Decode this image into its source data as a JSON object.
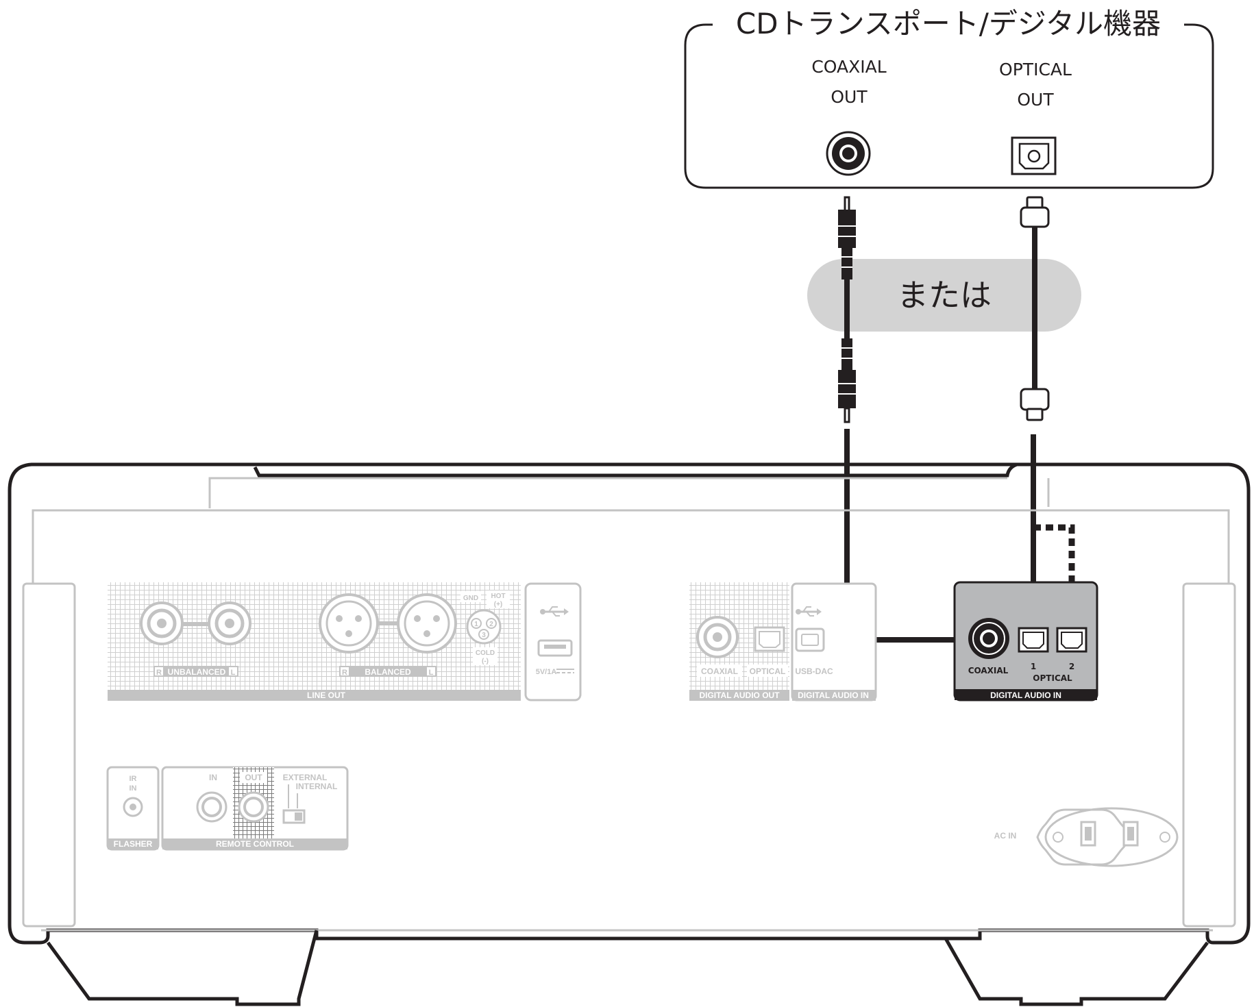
{
  "source_device": {
    "title": "CDトランスポート/デジタル機器",
    "coaxial_out": [
      "COAXIAL",
      "OUT"
    ],
    "optical_out": [
      "OPTICAL",
      "OUT"
    ]
  },
  "or_label": "または",
  "rear_panel": {
    "line_out": {
      "label": "LINE OUT",
      "unbalanced": "UNBALANCED",
      "balanced": "BALANCED",
      "r": "R",
      "l": "L",
      "gnd": "GND",
      "hot": "HOT",
      "hot_sign": "(+)",
      "cold": "COLD",
      "cold_sign": "(-)",
      "pin1": "1",
      "pin2": "2",
      "pin3": "3"
    },
    "usb_front": {
      "label": "5V/1A"
    },
    "digital_audio_out": {
      "label": "DIGITAL AUDIO OUT",
      "coaxial": "COAXIAL",
      "optical": "OPTICAL"
    },
    "digital_audio_in_usb": {
      "label": "DIGITAL AUDIO IN",
      "usb_dac": "USB-DAC"
    },
    "digital_audio_in": {
      "label": "DIGITAL AUDIO IN",
      "coaxial": "COAXIAL",
      "optical": "OPTICAL",
      "optical_1": "1",
      "optical_2": "2"
    },
    "flasher": {
      "label": "FLASHER",
      "ir": "IR",
      "in": "IN"
    },
    "remote_control": {
      "label": "REMOTE CONTROL",
      "in": "IN",
      "out": "OUT",
      "external": "EXTERNAL",
      "internal": "INTERNAL"
    },
    "ac_in": {
      "label": "AC IN"
    }
  },
  "colors": {
    "line": "#231f20",
    "panel_faint": "#c3c3c3",
    "highlight_panel": "#b7b8ba",
    "or_bubble": "#d3d3d3"
  }
}
